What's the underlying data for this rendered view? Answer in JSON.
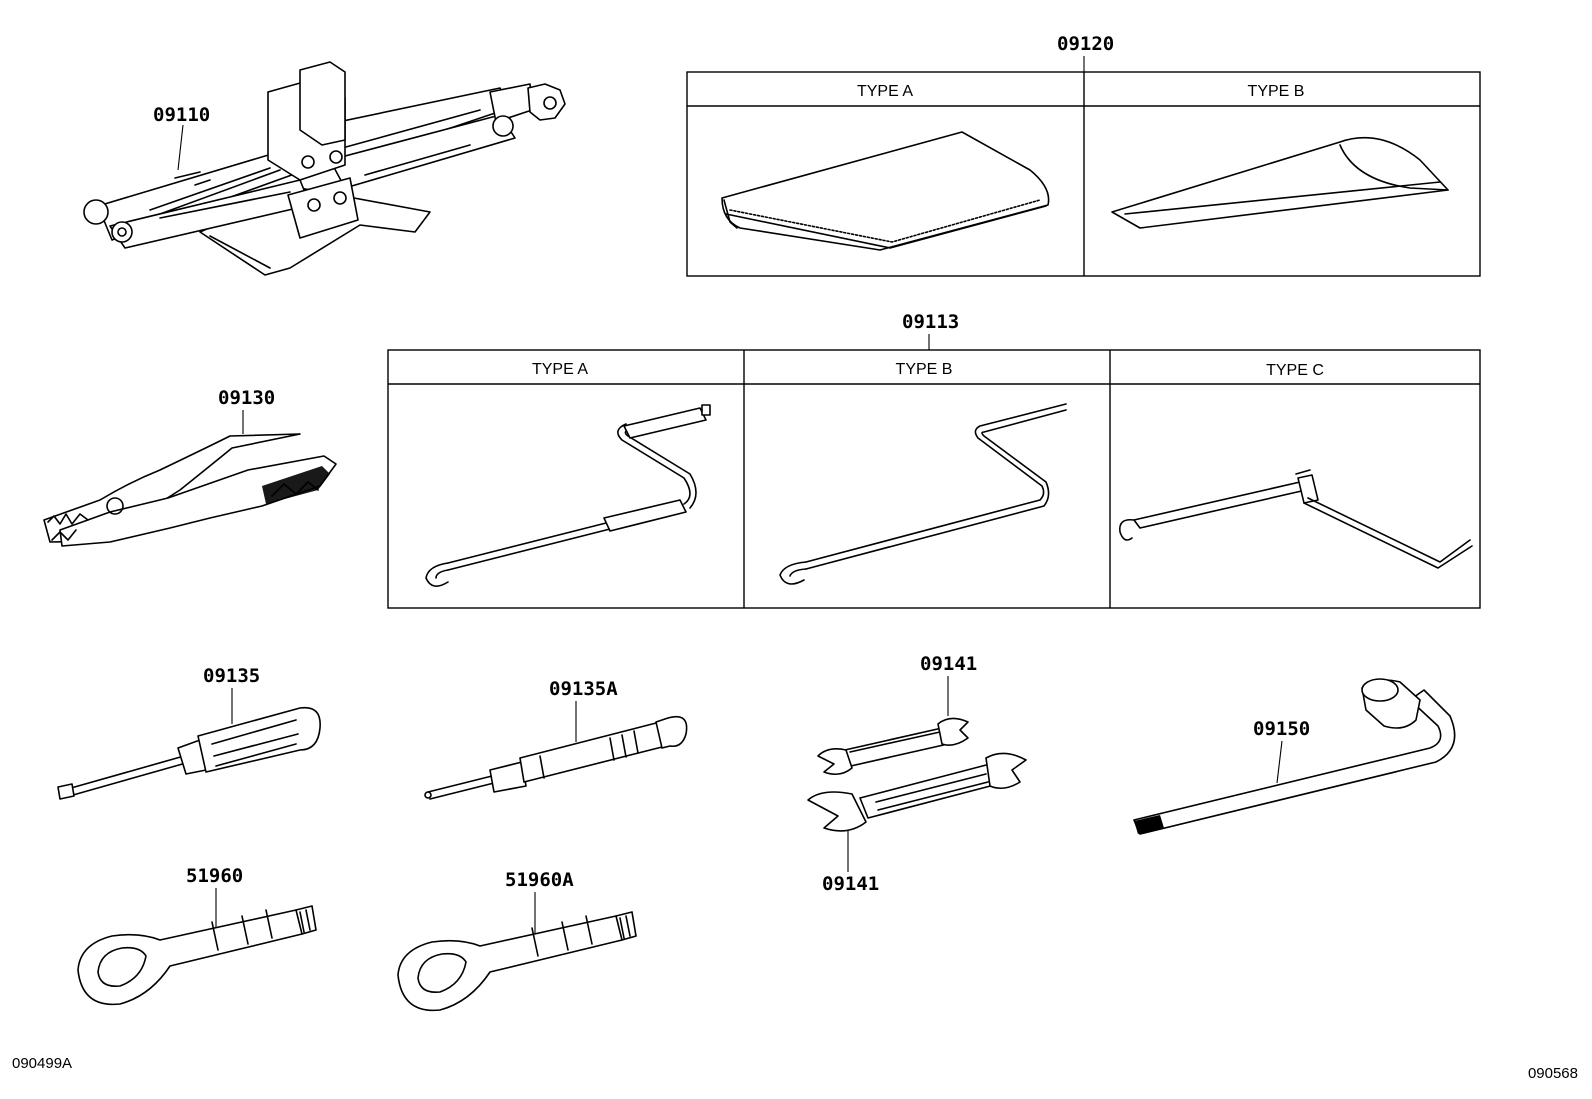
{
  "parts": {
    "jack": "09110",
    "tool_bag": "09120",
    "jack_handle": "09113",
    "pliers": "09130",
    "screwdriver": "09135",
    "screwdriver_alt": "09135A",
    "wrench_upper": "09141",
    "wrench_lower": "09141",
    "wheel_nut_wrench": "09150",
    "tow_hook": "51960",
    "tow_hook_alt": "51960A"
  },
  "bag_types": {
    "a": "TYPE A",
    "b": "TYPE B"
  },
  "handle_types": {
    "a": "TYPE A",
    "b": "TYPE B",
    "c": "TYPE C"
  },
  "footer": {
    "left_code": "090499A",
    "right_code": "090568"
  }
}
